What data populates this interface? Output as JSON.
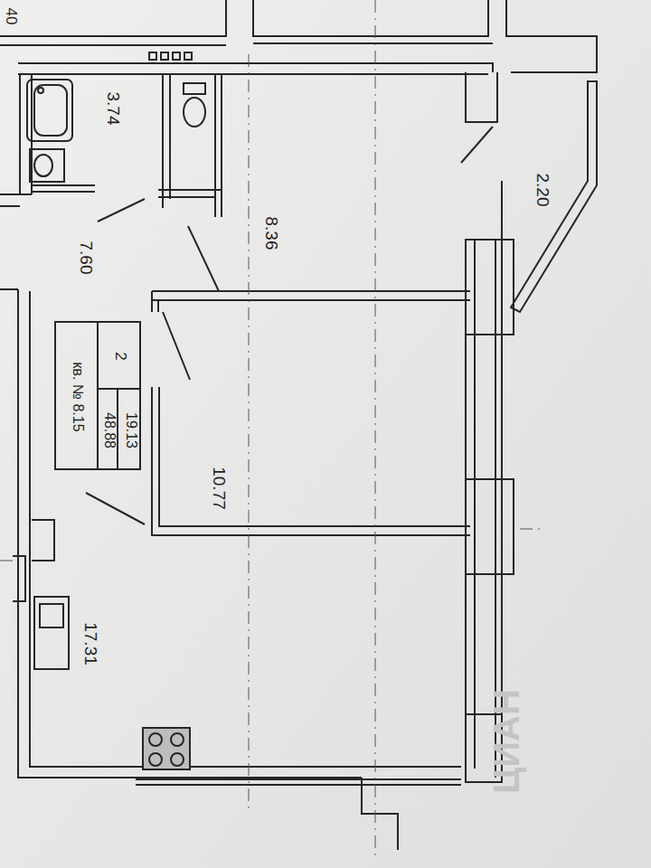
{
  "diagram": {
    "nodes": [
      {
        "text": [
          "2",
          "19.13",
          "48.88",
          "кв. № 8.15"
        ]
      }
    ],
    "labels": [
      "40",
      "3.74",
      "7.60",
      "8.36",
      "2.20",
      "10.77",
      "17.31",
      "ЦИАН"
    ]
  }
}
